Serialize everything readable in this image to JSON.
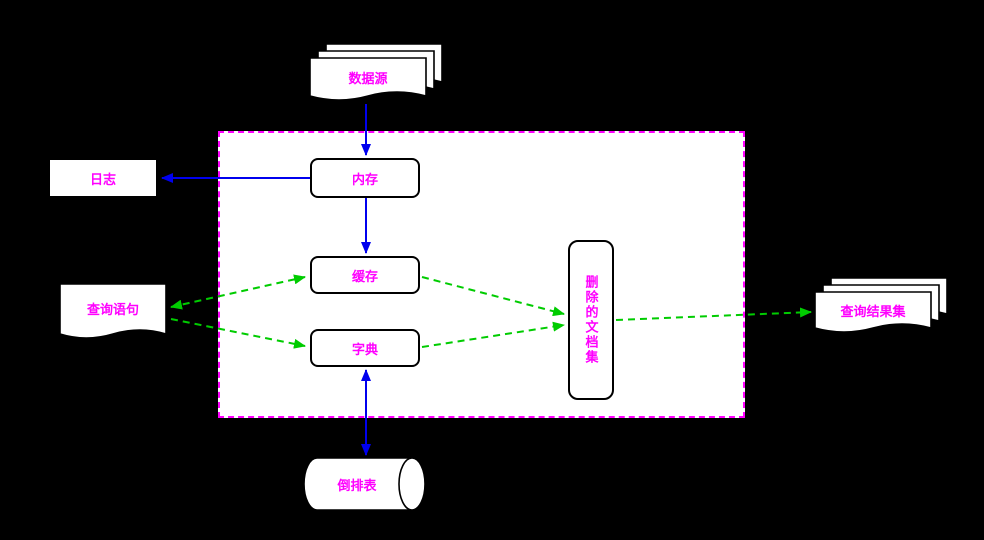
{
  "diagram": {
    "type": "flowchart",
    "background_color": "#000000",
    "colors": {
      "shape_fill": "#ffffff",
      "shape_stroke": "#000000",
      "label_magenta": "#ff00ff",
      "container_border": "#ff00ff",
      "arrow_blue": "#0000ee",
      "arrow_green": "#00cc00"
    },
    "nodes": {
      "data_source": {
        "label": "数据源",
        "shape": "multi-document"
      },
      "log": {
        "label": "日志",
        "shape": "rectangle"
      },
      "memory": {
        "label": "内存",
        "shape": "rounded-rectangle"
      },
      "cache": {
        "label": "缓存",
        "shape": "rounded-rectangle"
      },
      "dictionary": {
        "label": "字典",
        "shape": "rounded-rectangle"
      },
      "query_statement": {
        "label": "查询语句",
        "shape": "document"
      },
      "deleted_doc_set": {
        "label": "删除的文档集",
        "shape": "rounded-rectangle-vertical-text"
      },
      "inverted_list": {
        "label": "倒排表",
        "shape": "cylinder"
      },
      "query_result_set": {
        "label": "查询结果集",
        "shape": "multi-document"
      }
    },
    "edges": [
      {
        "from": "data_source",
        "to": "memory",
        "style": "solid",
        "color": "blue",
        "direction": "one-way"
      },
      {
        "from": "memory",
        "to": "log",
        "style": "solid",
        "color": "blue",
        "direction": "one-way"
      },
      {
        "from": "memory",
        "to": "cache",
        "style": "solid",
        "color": "blue",
        "direction": "one-way"
      },
      {
        "from": "dictionary",
        "to": "inverted_list",
        "style": "solid",
        "color": "blue",
        "direction": "two-way"
      },
      {
        "from": "query_statement",
        "to": "cache",
        "style": "dashed",
        "color": "green",
        "direction": "two-way"
      },
      {
        "from": "query_statement",
        "to": "dictionary",
        "style": "dashed",
        "color": "green",
        "direction": "one-way"
      },
      {
        "from": "cache",
        "to": "deleted_doc_set",
        "style": "dashed",
        "color": "green",
        "direction": "one-way"
      },
      {
        "from": "dictionary",
        "to": "deleted_doc_set",
        "style": "dashed",
        "color": "green",
        "direction": "one-way"
      },
      {
        "from": "deleted_doc_set",
        "to": "query_result_set",
        "style": "dashed",
        "color": "green",
        "direction": "one-way"
      }
    ]
  }
}
